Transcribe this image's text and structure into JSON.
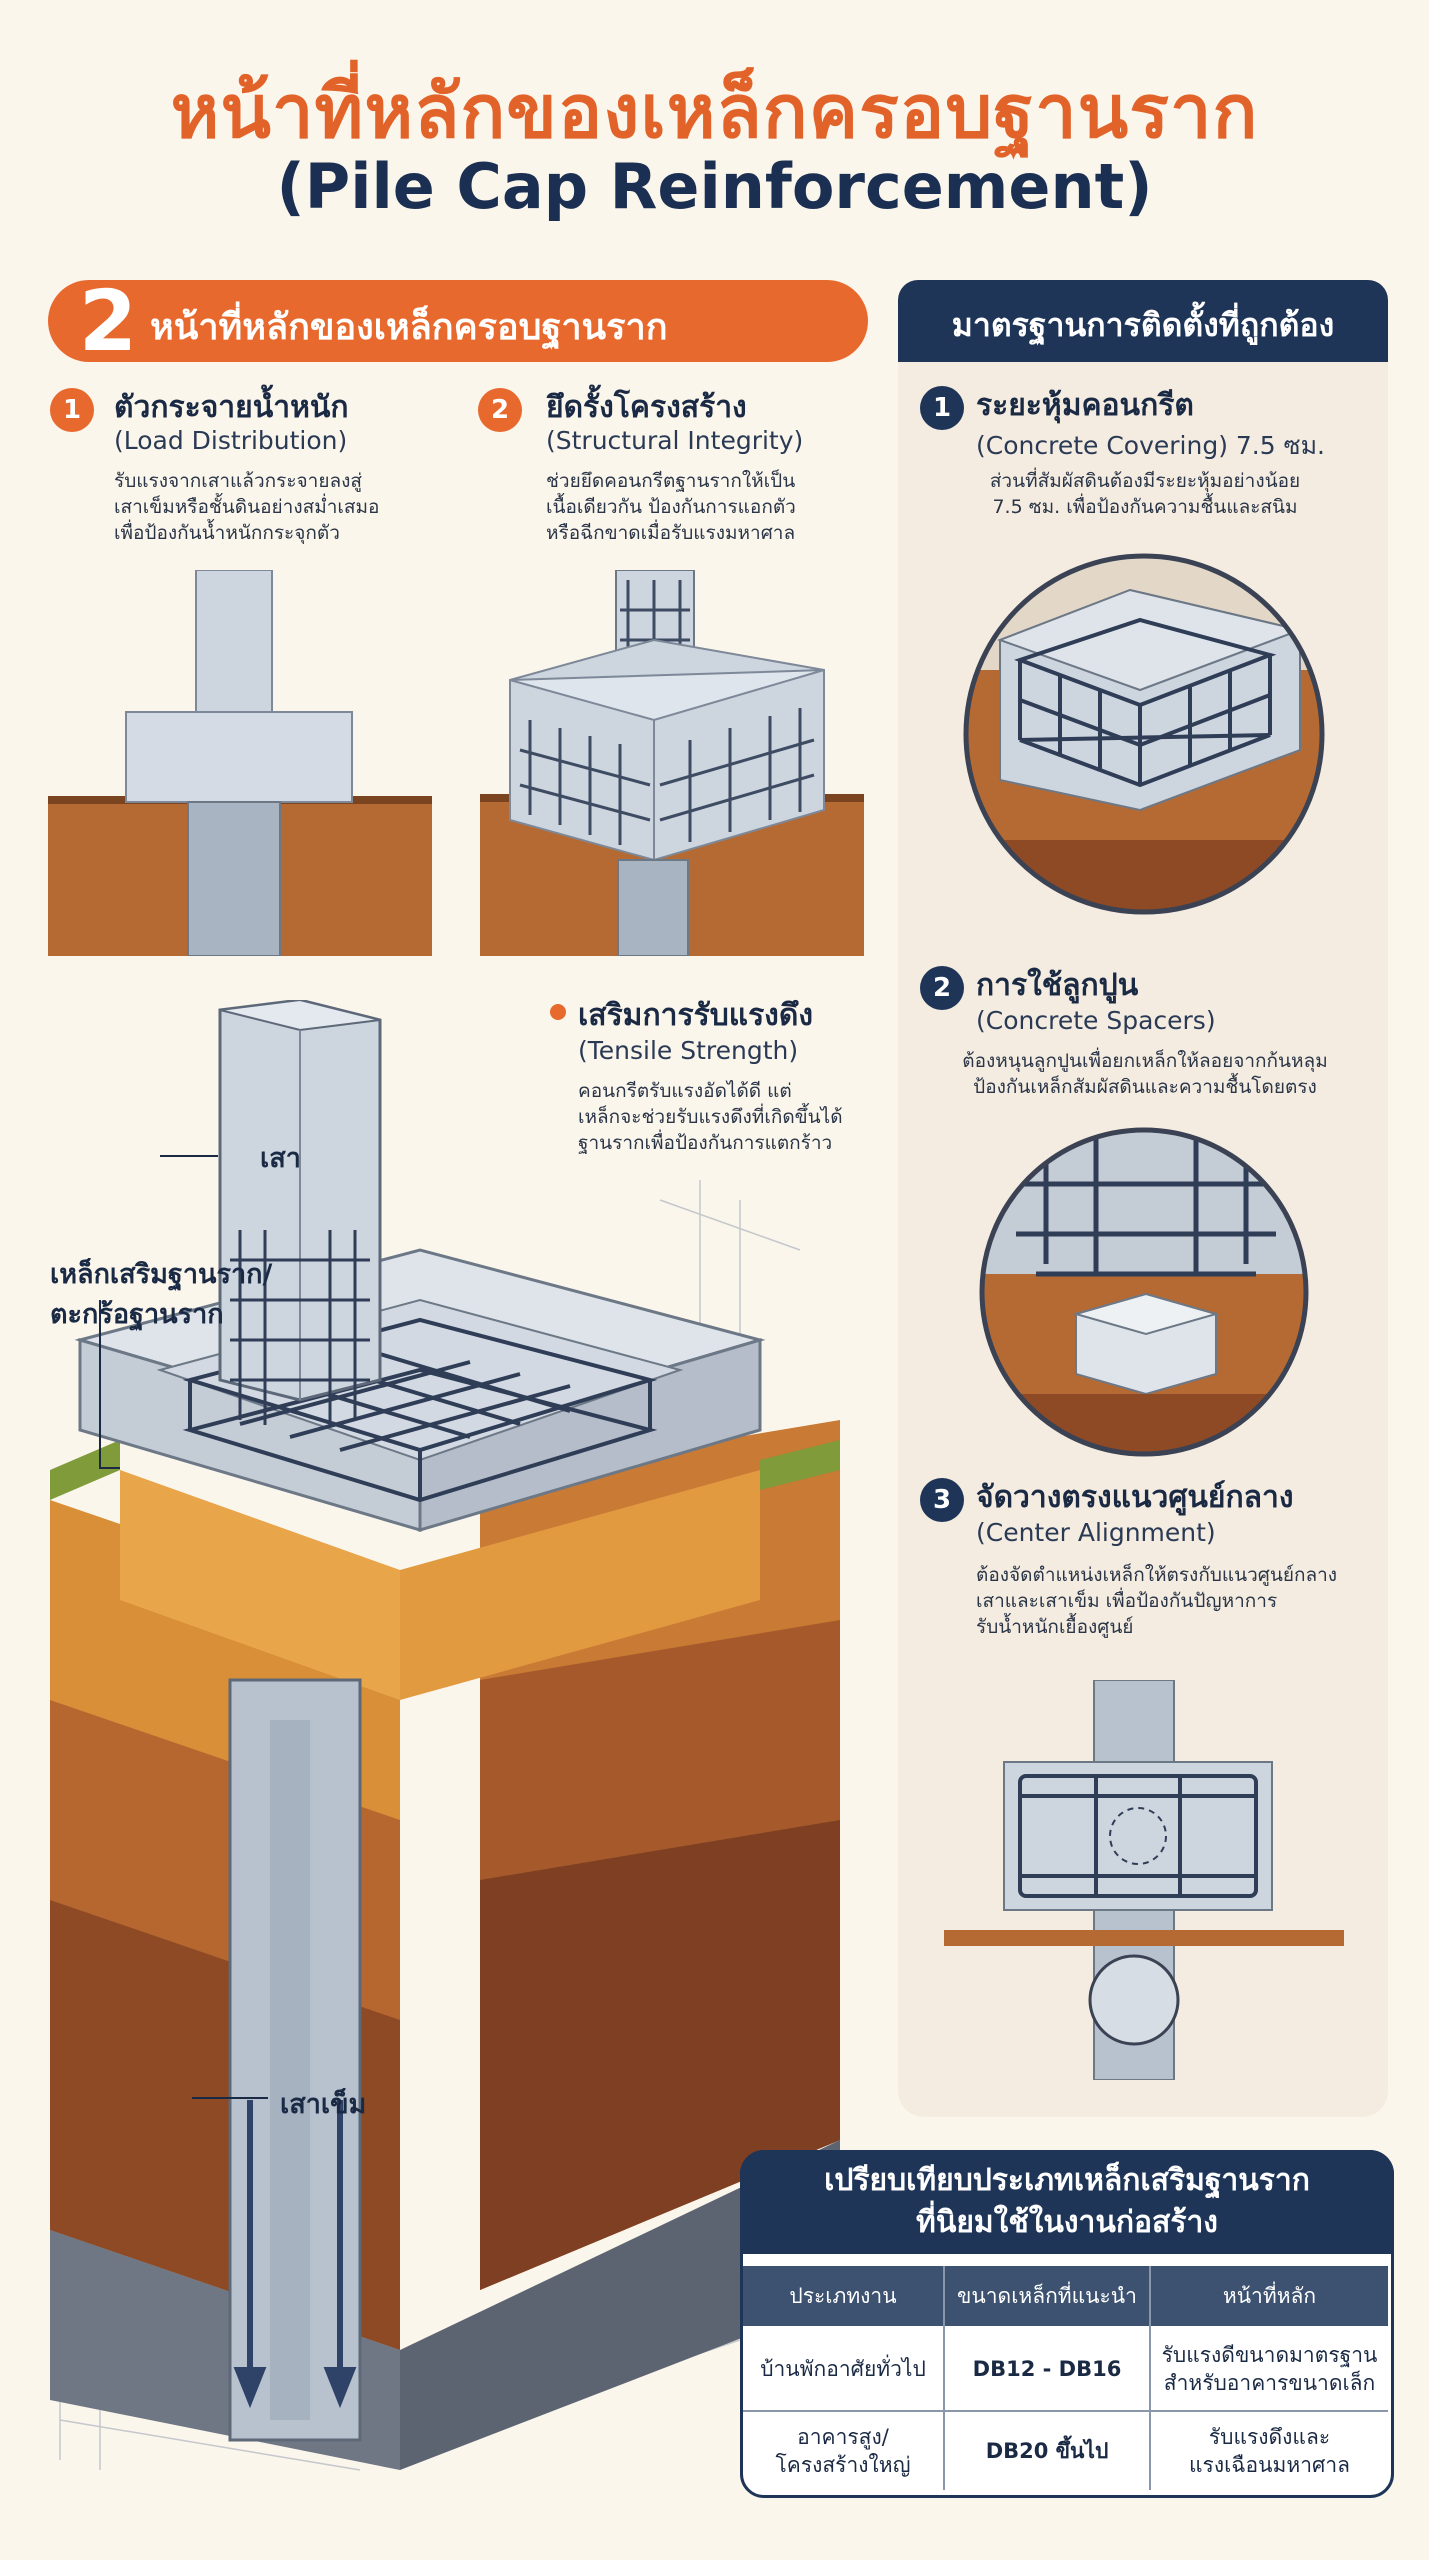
{
  "title": {
    "thai": "หน้าที่หลักของเหล็กครอบฐานราก",
    "english": "(Pile Cap Reinforcement)"
  },
  "left": {
    "number": "2",
    "heading": "หน้าที่หลักของเหล็กครอบฐานราก",
    "items": [
      {
        "num": "1",
        "title": "ตัวกระจายน้ำหนัก",
        "subtitle": "(Load Distribution)",
        "lines": [
          "รับแรงจากเสาแล้วกระจายลงสู่",
          "เสาเข็มหรือชั้นดินอย่างสม่ำเสมอ",
          "เพื่อป้องกันน้ำหนักกระจุกตัว"
        ]
      },
      {
        "num": "2",
        "title": "ยึดรั้งโครงสร้าง",
        "subtitle": "(Structural Integrity)",
        "lines": [
          "ช่วยยึดคอนกรีตฐานรากให้เป็น",
          "เนื้อเดียวกัน ป้องกันการแอกตัว",
          "หรือฉีกขาดเมื่อรับแรงมหาศาล"
        ]
      }
    ],
    "tensile": {
      "title": "เสริมการรับแรงดึง",
      "subtitle": "(Tensile Strength)",
      "lines": [
        "คอนกรีตรับแรงอัดได้ดี แต่",
        "เหล็กจะช่วยรับแรงดึงที่เกิดขึ้นได้",
        "ฐานรากเพื่อป้องกันการแตกร้าว"
      ]
    },
    "labels": {
      "column": "เสา",
      "rebar_line1": "เหล็กเสริมฐานราก/",
      "rebar_line2": "ตะกร้อฐานราก",
      "pile": "เสาเข็ม"
    }
  },
  "right": {
    "heading": "มาตรฐานการติดตั้งที่ถูกต้อง",
    "items": [
      {
        "num": "1",
        "title": "ระยะหุ้มคอนกรีต",
        "subtitle": "(Concrete Covering) 7.5 ซม.",
        "lines": [
          "ส่วนที่สัมผัสดินต้องมีระยะหุ้มอย่างน้อย",
          "7.5 ซม. เพื่อป้องกันความชื้นและสนิม"
        ]
      },
      {
        "num": "2",
        "title": "การใช้ลูกปูน",
        "subtitle": "(Concrete Spacers)",
        "lines": [
          "ต้องหนุนลูกปูนเพื่อยกเหล็กให้ลอยจากก้นหลุม",
          "ป้องกันเหล็กสัมผัสดินและความชื้นโดยตรง"
        ]
      },
      {
        "num": "3",
        "title": "จัดวางตรงแนวศูนย์กลาง",
        "subtitle": "(Center Alignment)",
        "lines": [
          "ต้องจัดตำแหน่งเหล็กให้ตรงกับแนวศูนย์กลาง",
          "เสาและเสาเข็ม เพื่อป้องกันปัญหาการ",
          "รับน้ำหนักเยื้องศูนย์"
        ]
      }
    ]
  },
  "table": {
    "title_line1": "เปรียบเทียบประเภทเหล็กเสริมฐานราก",
    "title_line2": "ที่นิยมใช้ในงานก่อสร้าง",
    "headers": [
      "ประเภทงาน",
      "ขนาดเหล็กที่แนะนำ",
      "หน้าที่หลัก"
    ],
    "rows": [
      [
        "บ้านพักอาศัยทั่วไป",
        "DB12 - DB16",
        "รับแรงดีขนาดมาตรฐาน|สำหรับอาคารขนาดเล็ก"
      ],
      [
        "อาคารสูง/|โครงสร้างใหญ่",
        "DB20 ขึ้นไป",
        "รับแรงดึงและ|แรงเฉือนมหาศาล"
      ]
    ]
  },
  "colors": {
    "accent": "#e8692e",
    "navy": "#1e3558",
    "concrete": "#c9d2dd",
    "soil": "#b56a34",
    "background": "#fbf6ec"
  }
}
